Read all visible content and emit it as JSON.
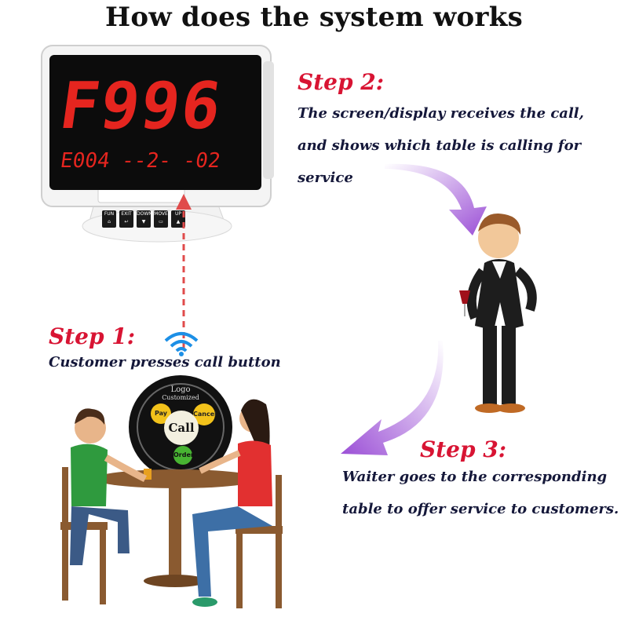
{
  "title": "How does the system works",
  "display": {
    "main_code": "F996",
    "sub_line": "E004 --2- -02",
    "keys": [
      "FUN",
      "EXIT",
      "DOWN",
      "MOVE",
      "UP"
    ]
  },
  "step2": {
    "heading": "Step 2:",
    "lines": [
      "The screen/display receives the call,",
      "and shows which table is calling for",
      "service"
    ]
  },
  "step1": {
    "heading": "Step 1:",
    "text": "Customer presses call button"
  },
  "step3": {
    "heading": "Step 3:",
    "lines": [
      "Waiter goes to the corresponding",
      "table to offer service to customers."
    ]
  },
  "call_button": {
    "logo_line1": "Logo",
    "logo_line2": "Customized",
    "pay": "Pay",
    "cancel": "Cancel",
    "call": "Call",
    "order": "Order"
  },
  "colors": {
    "step_heading": "#d81433",
    "step_text": "#15183a",
    "led": "#e5251f",
    "arrow_purple": "#9b4fd6"
  }
}
